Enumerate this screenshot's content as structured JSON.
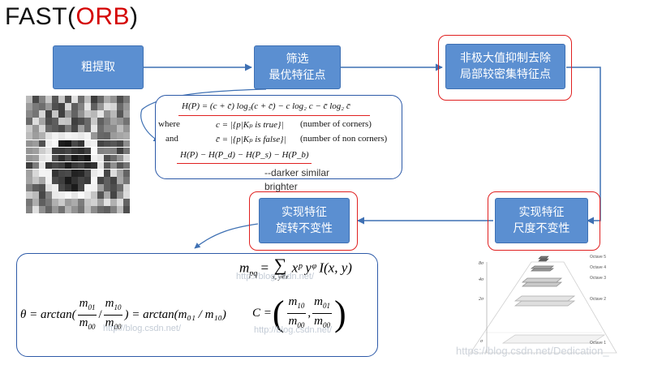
{
  "title": {
    "prefix": "FAST(",
    "highlight": "ORB",
    "suffix": ")"
  },
  "nodes": {
    "coarse": "粗提取",
    "select": "筛选\n最优特征点",
    "nms": "非极大值抑制去除\n局部较密集特征点",
    "scale": "实现特征\n尺度不变性",
    "rotation": "实现特征\n旋转不变性"
  },
  "score_panel": {
    "line1": "H(P) = (c + c̄) log₂(c + c̄) − c log₂ c − c̄ log₂ c̄",
    "where_word": "where",
    "line2": "c = |{p|Kₚ is true}|",
    "line2_note": "(number of corners)",
    "and_word": "and",
    "line3": "c̄ = |{p|Kₚ is false}|",
    "line3_note": "(number of non corners)",
    "line4": "H(P) − H(P_d) − H(P_s) − H(P_b)"
  },
  "note": {
    "line1": "--darker similar",
    "line2": "brighter"
  },
  "moment_panel": {
    "eq1_lhs": "m",
    "eq1_sub": "pq",
    "eq1_sum_under": "x, y∈r",
    "eq1_rhs": "xᵖ yᵠ I(x, y)",
    "theta_lhs": "θ = arctan(",
    "m01": "m",
    "m01_sub": "01",
    "m10": "m",
    "m10_sub": "10",
    "m00": "m",
    "m00_sub": "00",
    "theta_mid": ") = arctan(m₀₁ / m₁₀)",
    "c_lhs": "C ="
  },
  "pyramid": {
    "octaves": [
      "Octave 5",
      "Octave 4",
      "Octave 3",
      "Octave 2",
      "Octave 1"
    ],
    "axis": [
      "8σ",
      "4σ",
      "2σ",
      "σ"
    ]
  },
  "watermarks": {
    "csdn1": "http://blog.csdn.net/",
    "csdn2": "http://blog.csdn.net/",
    "csdn3": "http://blog.csdn.net/",
    "footer": "https://blog.csdn.net/Dedication_"
  },
  "colors": {
    "box_fill": "#5b8fd1",
    "frame_red": "#e02020",
    "panel_blue": "#2d5aa8"
  }
}
